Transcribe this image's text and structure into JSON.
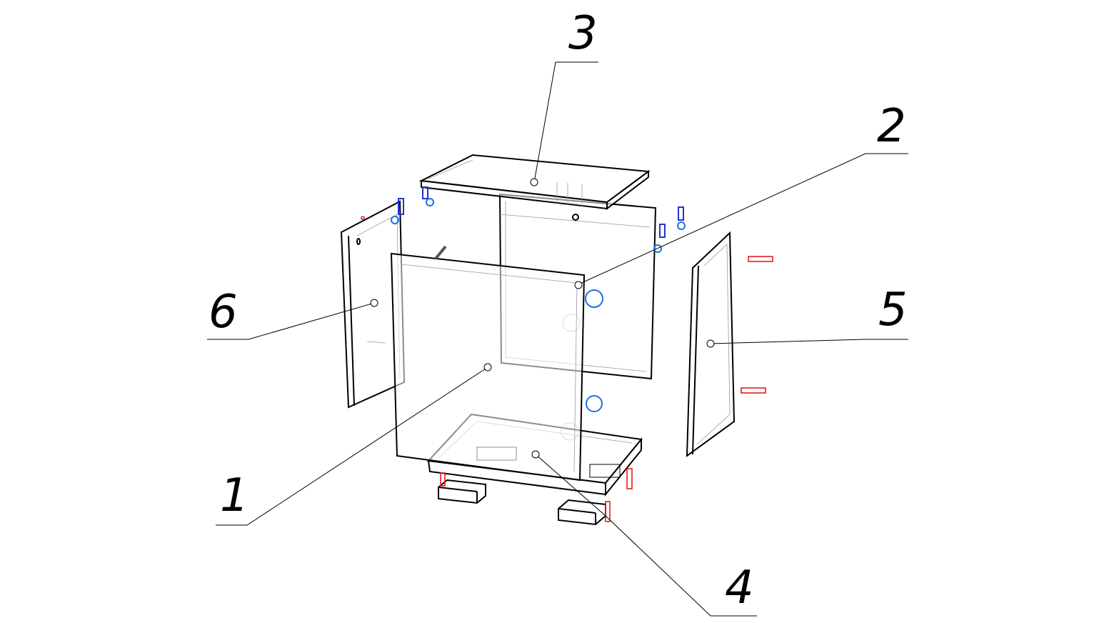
{
  "drawing": {
    "callouts": [
      {
        "id": "1",
        "label": "1"
      },
      {
        "id": "2",
        "label": "2"
      },
      {
        "id": "3",
        "label": "3"
      },
      {
        "id": "4",
        "label": "4"
      },
      {
        "id": "5",
        "label": "5"
      },
      {
        "id": "6",
        "label": "6"
      }
    ],
    "colors": {
      "lines": "#000000",
      "hidden": "#999999",
      "fasteners_blue": "#1e6fe0",
      "fasteners_red": "#e02020"
    }
  }
}
